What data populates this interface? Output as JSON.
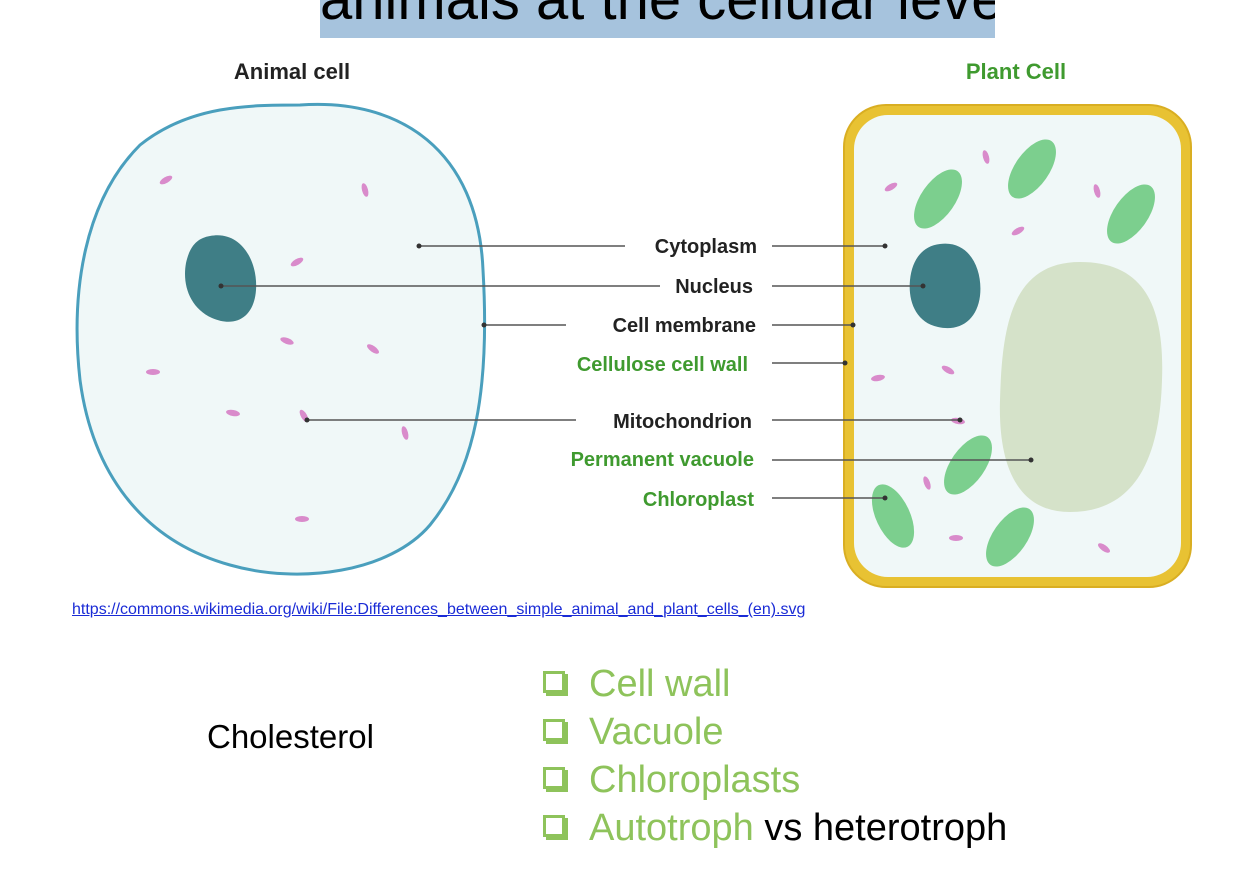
{
  "title": "animals at the cellular level",
  "diagram": {
    "animal_title": "Animal cell",
    "plant_title": "Plant Cell",
    "labels": {
      "cytoplasm": "Cytoplasm",
      "nucleus": "Nucleus",
      "cell_membrane": "Cell membrane",
      "cellulose_cell_wall": "Cellulose cell wall",
      "mitochondrion": "Mitochondrion",
      "permanent_vacuole": "Permanent vacuole",
      "chloroplast": "Chloroplast"
    },
    "colors": {
      "common_label": "#222222",
      "plant_only_label": "#3f9a2f",
      "membrane": "#4a9fbd",
      "cytoplasm": "#f0f8f8",
      "nucleus": "#3f7e86",
      "mitochondria": "#d98bcb",
      "wall": "#e8c233",
      "vacuole": "#d5e2c9",
      "chloroplast": "#7ccf8e"
    }
  },
  "source_link": "https://commons.wikimedia.org/wiki/File:Differences_between_simple_animal_and_plant_cells_(en).svg",
  "left_label": "Cholesterol",
  "features": [
    {
      "text": "Cell wall"
    },
    {
      "text": "Vacuole"
    },
    {
      "text": "Chloroplasts"
    },
    {
      "text": "Autotroph",
      "suffix": " vs heterotroph"
    }
  ]
}
